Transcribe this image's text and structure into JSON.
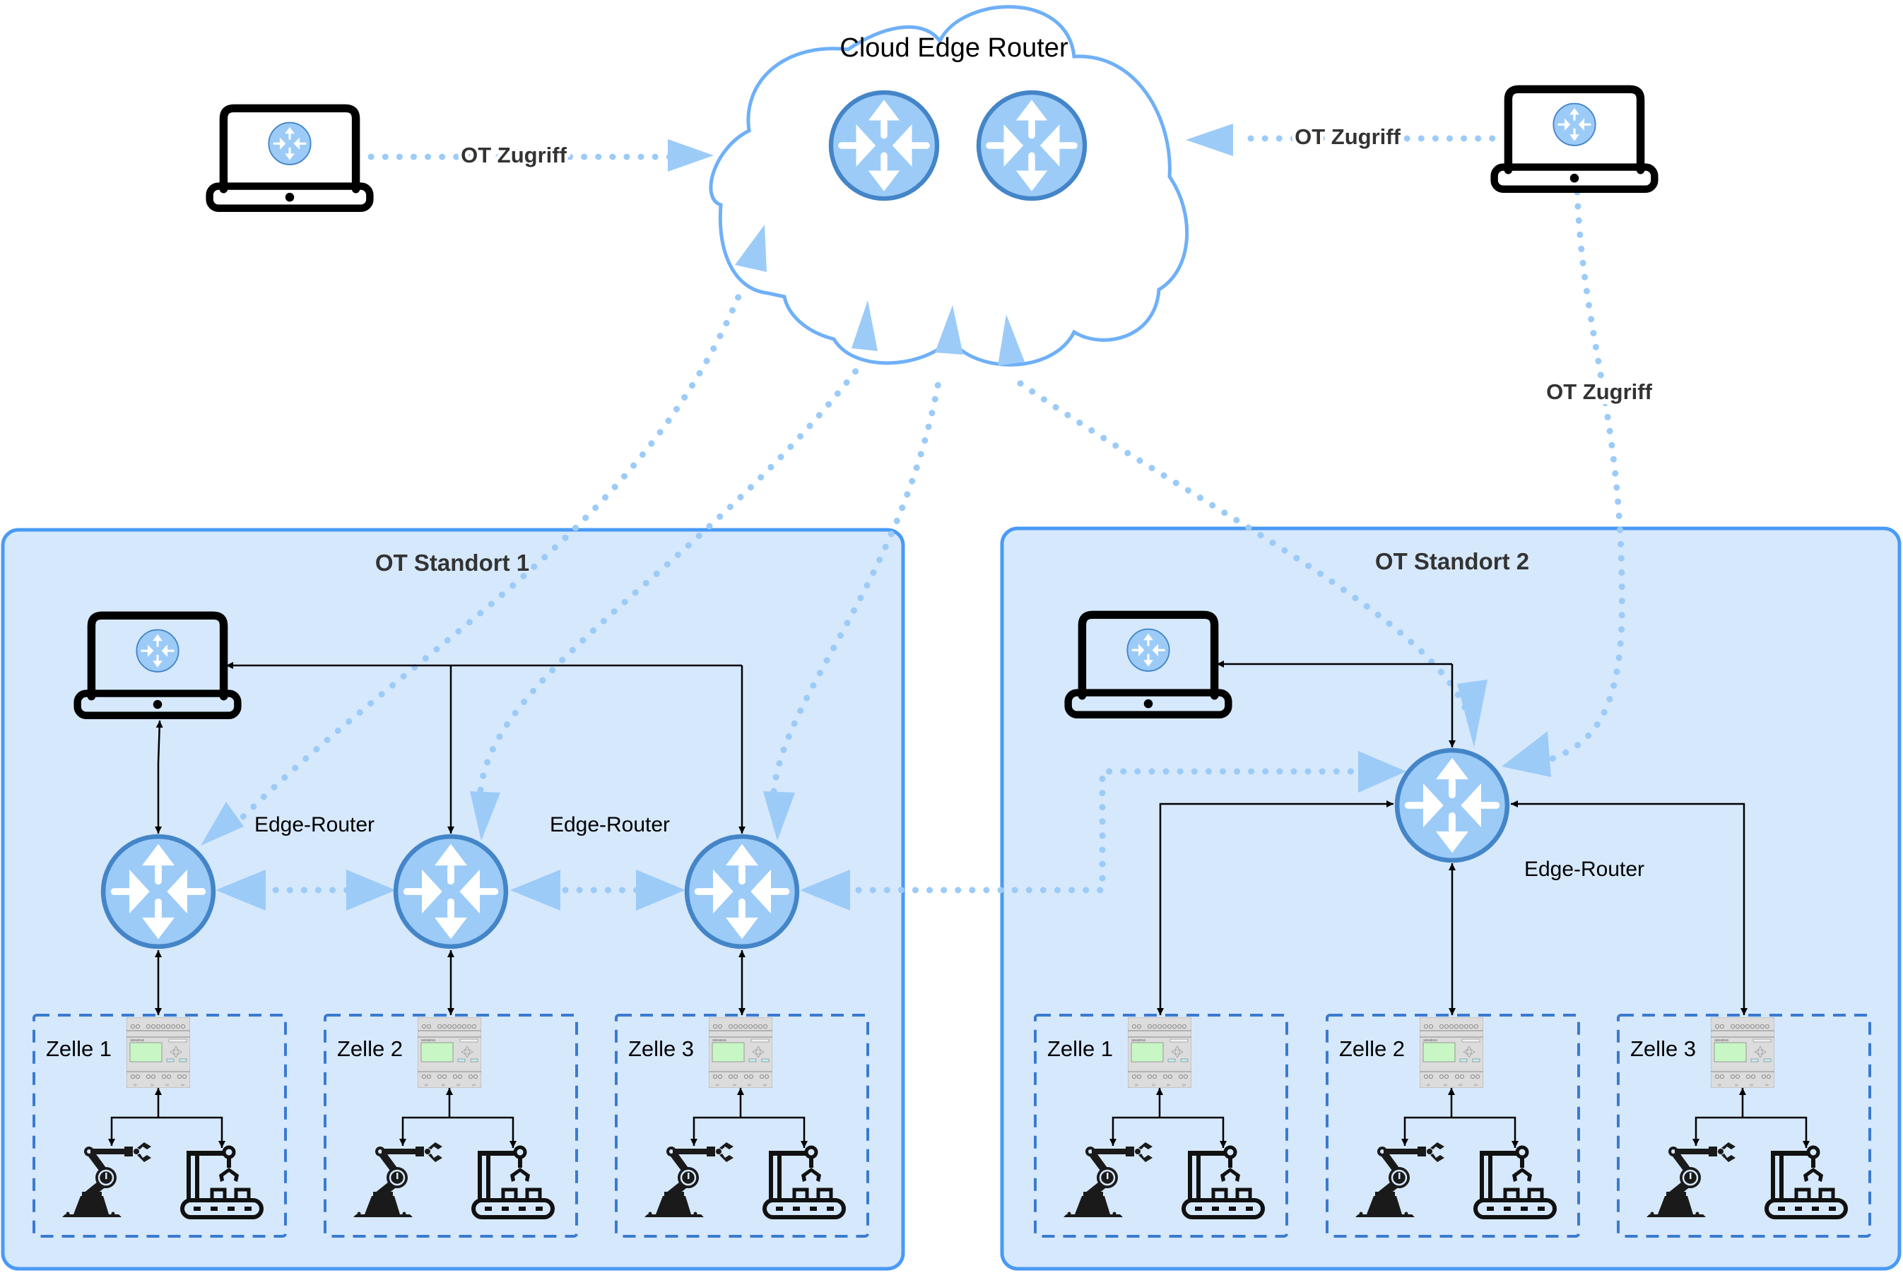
{
  "colors": {
    "site_fill": "#d6e8fc",
    "site_border": "#4a9af5",
    "cloud_border": "#6fb0f7",
    "router_fill": "#9ccbf8",
    "router_border": "#4485c8",
    "dotted_link": "#9ccbf8",
    "cell_border": "#3a7ad0",
    "black": "#000000",
    "bold_text": "#333333"
  },
  "cloud": {
    "label": "Cloud Edge Router",
    "router_count": 2
  },
  "remote_access": [
    {
      "side": "left",
      "label": "OT Zugriff"
    },
    {
      "side": "right",
      "label": "OT Zugriff"
    },
    {
      "side": "right-down",
      "label": "OT Zugriff"
    }
  ],
  "sites": [
    {
      "title": "OT Standort 1",
      "router_labels": [
        "Edge-Router",
        "Edge-Router"
      ],
      "cells": [
        {
          "label": "Zelle 1",
          "plc_brand": "SIEMENS"
        },
        {
          "label": "Zelle 2",
          "plc_brand": "SIEMENS"
        },
        {
          "label": "Zelle 3",
          "plc_brand": "SIEMENS"
        }
      ]
    },
    {
      "title": "OT Standort 2",
      "router_labels": [
        "Edge-Router"
      ],
      "cells": [
        {
          "label": "Zelle 1",
          "plc_brand": "SIEMENS"
        },
        {
          "label": "Zelle 2",
          "plc_brand": "SIEMENS"
        },
        {
          "label": "Zelle 3",
          "plc_brand": "SIEMENS"
        }
      ]
    }
  ],
  "icons": {
    "router": "router-icon",
    "laptop": "laptop-icon",
    "plc": "plc-icon",
    "robot_arm": "robot-arm-icon",
    "conveyor": "conveyor-icon",
    "cloud": "cloud-icon"
  }
}
